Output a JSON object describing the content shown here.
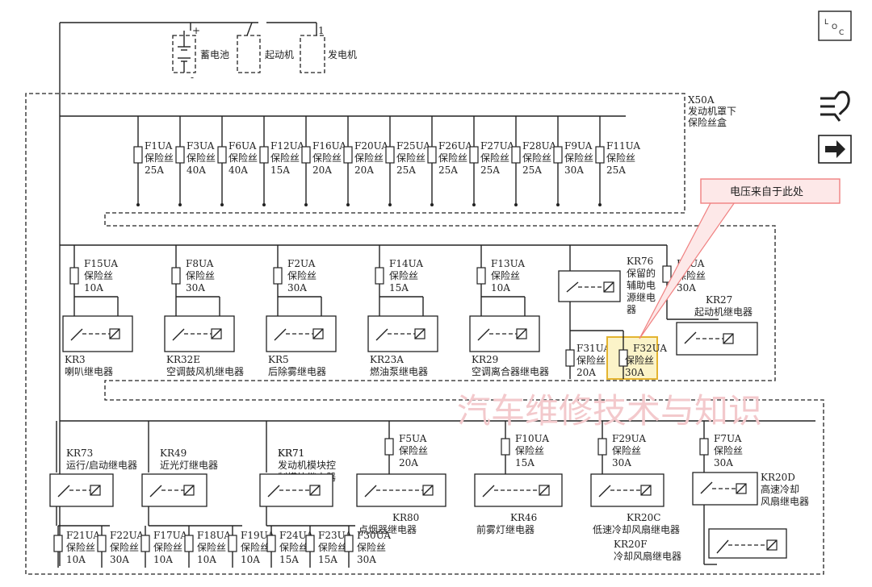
{
  "top": {
    "battery": {
      "name": "蓄电池",
      "plus": "+",
      "minus": "-"
    },
    "starter": {
      "name": "起动机"
    },
    "generator": {
      "name": "发电机",
      "terminal": "1"
    }
  },
  "fusebox": {
    "id": "X50A",
    "name_line1": "发动机罩下",
    "name_line2": "保险丝盒"
  },
  "fuse_label": "保险丝",
  "row1_fuses": [
    {
      "id": "F1UA",
      "rating": "25A"
    },
    {
      "id": "F3UA",
      "rating": "40A"
    },
    {
      "id": "F6UA",
      "rating": "40A"
    },
    {
      "id": "F12UA",
      "rating": "15A"
    },
    {
      "id": "F16UA",
      "rating": "20A"
    },
    {
      "id": "F20UA",
      "rating": "20A"
    },
    {
      "id": "F25UA",
      "rating": "25A"
    },
    {
      "id": "F26UA",
      "rating": "25A"
    },
    {
      "id": "F27UA",
      "rating": "25A"
    },
    {
      "id": "F28UA",
      "rating": "25A"
    },
    {
      "id": "F9UA",
      "rating": "30A"
    },
    {
      "id": "F11UA",
      "rating": "25A"
    }
  ],
  "row2_relays": [
    {
      "fuse_id": "F15UA",
      "rating": "10A",
      "relay_id": "KR3",
      "relay_name": "喇叭继电器"
    },
    {
      "fuse_id": "F8UA",
      "rating": "30A",
      "relay_id": "KR32E",
      "relay_name": "空调鼓风机继电器"
    },
    {
      "fuse_id": "F2UA",
      "rating": "30A",
      "relay_id": "KR5",
      "relay_name": "后除雾继电器"
    },
    {
      "fuse_id": "F14UA",
      "rating": "15A",
      "relay_id": "KR23A",
      "relay_name": "燃油泵继电器"
    },
    {
      "fuse_id": "F13UA",
      "rating": "10A",
      "relay_id": "KR29",
      "relay_name": "空调离合器继电器"
    }
  ],
  "kr76": {
    "id": "KR76",
    "line1": "保留的",
    "line2": "辅助电",
    "line3": "源继电",
    "line4": "器"
  },
  "f4ua": {
    "id": "F4UA",
    "rating": "30A"
  },
  "kr27": {
    "id": "KR27",
    "name": "起动机继电器"
  },
  "f31ua": {
    "id": "F31UA",
    "rating": "20A"
  },
  "f32ua": {
    "id": "F32UA",
    "rating": "30A"
  },
  "callout": {
    "text": "电压来自于此处"
  },
  "watermark": "汽车维修技术与知识",
  "row3_relays": [
    {
      "id": "KR73",
      "name": "运行/启动继电器"
    },
    {
      "id": "KR49",
      "name": "近光灯继电器"
    },
    {
      "id": "KR71",
      "name_line1": "发动机模块控",
      "name_line2": "制模块继电器"
    }
  ],
  "row3_fused_relays": [
    {
      "fuse_id": "F5UA",
      "rating": "20A",
      "relay_id": "KR80",
      "relay_name": "点烟器继电器"
    },
    {
      "fuse_id": "F10UA",
      "rating": "15A",
      "relay_id": "KR46",
      "relay_name": "前雾灯继电器"
    },
    {
      "fuse_id": "F29UA",
      "rating": "30A",
      "relay_id": "KR20C",
      "relay_name": "低速冷却风扇继电器"
    }
  ],
  "f7ua": {
    "fuse_id": "F7UA",
    "rating": "30A"
  },
  "kr20d": {
    "id": "KR20D",
    "line1": "高速冷却",
    "line2": "风扇继电器"
  },
  "kr20f": {
    "id": "KR20F",
    "name": "冷却风扇继电器"
  },
  "bottom_fuses": [
    {
      "id": "F21UA",
      "rating": "10A"
    },
    {
      "id": "F22UA",
      "rating": "30A"
    },
    {
      "id": "F17UA",
      "rating": "10A"
    },
    {
      "id": "F18UA",
      "rating": "10A"
    },
    {
      "id": "F19UA",
      "rating": "10A"
    },
    {
      "id": "F24UA",
      "rating": "15A"
    },
    {
      "id": "F23UA",
      "rating": "15A"
    },
    {
      "id": "F30UA",
      "rating": "30A"
    }
  ],
  "side_icons": {
    "loc": {
      "l": "L",
      "o": "O",
      "c": "C",
      "icon": "location-code-icon"
    },
    "connector": {
      "icon": "connector-view-icon"
    },
    "arrow": {
      "icon": "next-arrow-icon"
    }
  },
  "colors": {
    "line": "#222222",
    "highlight_fill": "#fbf3c8",
    "highlight_stroke": "#e4b430",
    "callout_fill": "#fde8e8",
    "callout_stroke": "#f08080",
    "watermark": "#f3c9cc"
  }
}
